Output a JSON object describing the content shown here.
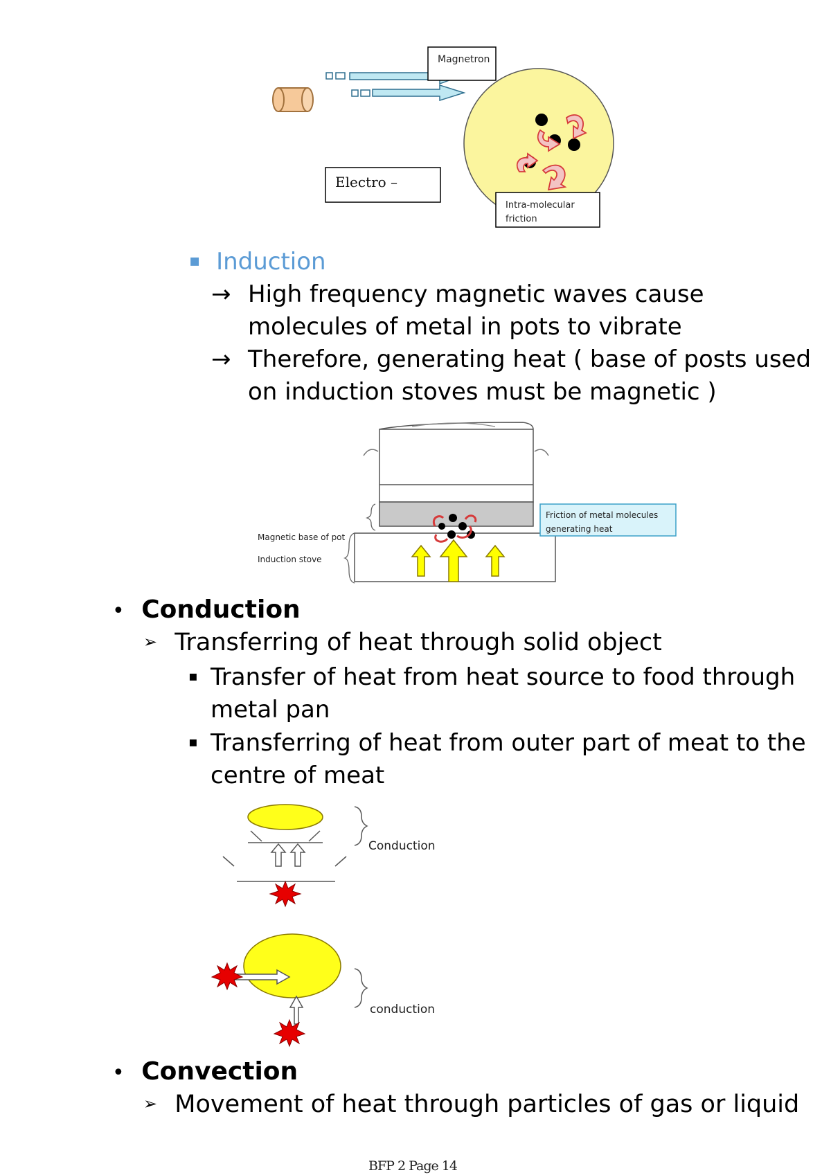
{
  "diagram1": {
    "magnetron_label": "Magnetron",
    "electro_label": "Electro –",
    "friction_label_line1": "Intra-molecular",
    "friction_label_line2": "friction"
  },
  "induction": {
    "bullet_glyph": "▪",
    "title": "Induction",
    "color": "#5b9bd5",
    "arrow_glyph": "→",
    "point1_line1": "High frequency magnetic waves cause",
    "point1_line2": "molecules of metal in pots to vibrate",
    "point2_line1": "Therefore, generating heat ( base of posts used",
    "point2_line2": "on induction stoves must be magnetic )"
  },
  "diagram2": {
    "magnetic_base_label": "Magnetic base of pot",
    "induction_stove_label": "Induction stove",
    "friction_box_line1": "Friction of metal molecules",
    "friction_box_line2": "generating heat"
  },
  "conduction": {
    "bullet_glyph": "•",
    "title": "Conduction",
    "arrow_glyph": "➢",
    "definition": "Transferring of heat through solid object",
    "square_glyph": "▪",
    "point1_line1": "Transfer of heat from heat source to food through",
    "point1_line2": "metal pan",
    "point2_line1": "Transferring of heat from outer part of meat to the",
    "point2_line2": "centre of meat"
  },
  "diagram3": {
    "label_top": "Conduction",
    "label_bottom": "conduction"
  },
  "convection": {
    "bullet_glyph": "•",
    "title": "Convection",
    "arrow_glyph": "➢",
    "definition": "Movement of heat through particles of gas or liquid"
  },
  "footer": {
    "page_label": "BFP 2 Page 14"
  }
}
